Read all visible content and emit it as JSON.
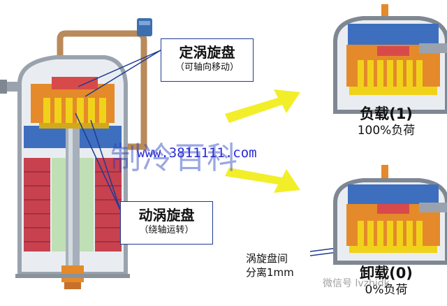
{
  "fixed_scroll": {
    "title": "定涡旋盘",
    "note": "（可轴向移动）"
  },
  "orbiting_scroll": {
    "title": "动涡旋盘",
    "note": "（绕轴运转）"
  },
  "load_state": {
    "title": "负载(1)",
    "subtitle": "100%负荷"
  },
  "unload_state": {
    "title": "卸载(0)",
    "subtitle": "0%负荷"
  },
  "gap_label": {
    "line1": "涡旋盘间",
    "line2": "分离1mm"
  },
  "watermark": {
    "chinese": "制冷百科",
    "url": "www.3811111.com",
    "wechat": "微信号 lvzhjdk"
  },
  "colors": {
    "arrow": "#f2ee2a",
    "callout_border": "#1f3a93",
    "shell": "#9aa3ad",
    "scroll_yellow": "#f1d21a",
    "scroll_orange": "#e48a2a",
    "motor_red": "#c8414f",
    "motor_green": "#bfe0b5",
    "shell_blue": "#3e6fbf"
  }
}
